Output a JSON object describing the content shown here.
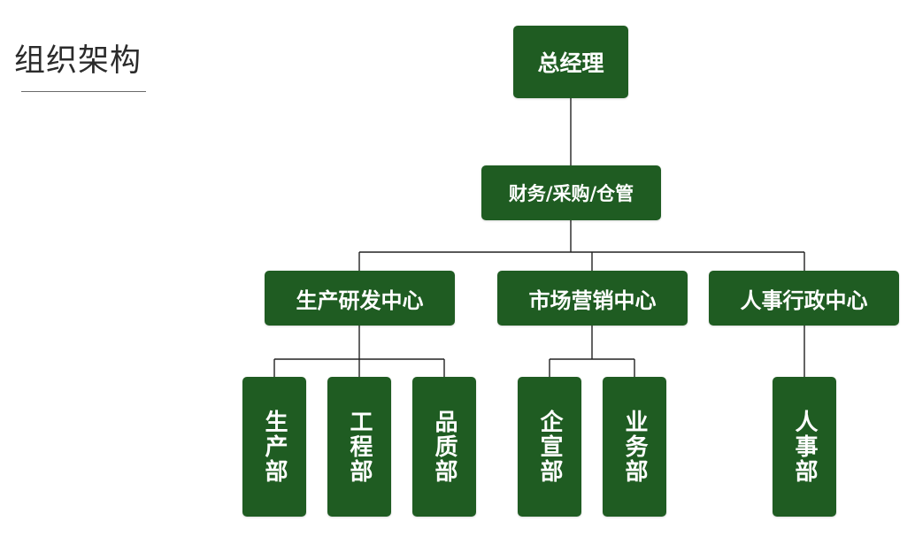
{
  "title": "组织架构",
  "colors": {
    "box": "#1f5c22",
    "box_text": "#ffffff",
    "line": "#222222"
  },
  "org": {
    "root": "总经理",
    "support": "财务/采购/仓管",
    "centers": [
      {
        "label": "生产研发中心",
        "departments": [
          "生产部",
          "工程部",
          "品质部"
        ]
      },
      {
        "label": "市场营销中心",
        "departments": [
          "企宣部",
          "业务部"
        ]
      },
      {
        "label": "人事行政中心",
        "departments": [
          "人事部"
        ]
      }
    ]
  }
}
